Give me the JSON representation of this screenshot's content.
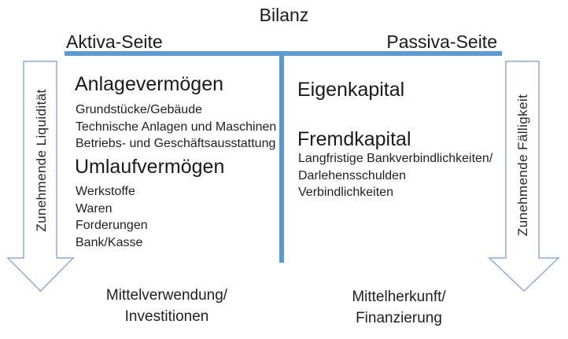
{
  "title": "Bilanz",
  "colors": {
    "divider_blue": "#5B9BD5",
    "arrow_stroke": "#8EAADB",
    "arrow_fill": "#ffffff",
    "text": "#1f1f1f"
  },
  "left": {
    "heading": "Aktiva-Seite",
    "sections": [
      {
        "title": "Anlagevermögen",
        "items": [
          "Grundstücke/Gebäude",
          "Technische Anlagen und Maschinen",
          "Betriebs- und Geschäftsausstattung"
        ]
      },
      {
        "title": "Umlaufvermögen",
        "items": [
          "Werkstoffe",
          "Waren",
          "Forderungen",
          "Bank/Kasse"
        ]
      }
    ],
    "caption_line1": "Mittelverwendung/",
    "caption_line2": "Investitionen",
    "arrow_label": "Zunehmende Liquidität"
  },
  "right": {
    "heading": "Passiva-Seite",
    "sections": [
      {
        "title": "Eigenkapital",
        "items": []
      },
      {
        "title": "Fremdkapital",
        "items": [
          "Langfristige Bankverbindlichkeiten/",
          "Darlehensschulden",
          "Verbindlichkeiten"
        ]
      }
    ],
    "caption_line1": "Mittelherkunft/",
    "caption_line2": "Finanzierung",
    "arrow_label": "Zunehmende Fälligkeit"
  }
}
